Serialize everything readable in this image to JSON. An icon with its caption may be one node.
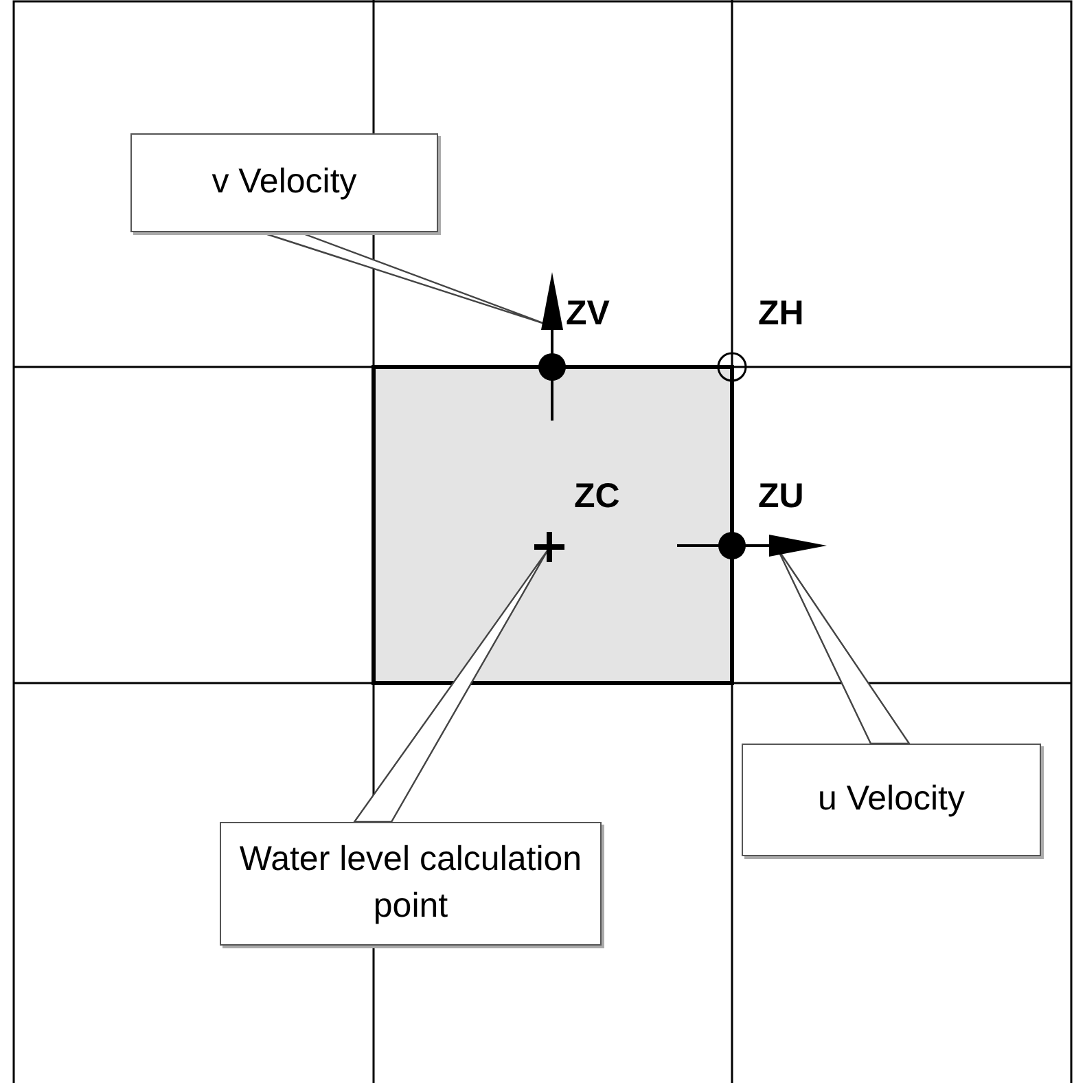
{
  "diagram": {
    "nodes": [
      {
        "text": [
          "v Velocity"
        ]
      },
      {
        "text": [],
        "shape": "arrow"
      },
      {
        "text": [],
        "shape": "cross"
      },
      {
        "text": [],
        "shape": "arrow"
      },
      {
        "text": [
          "u Velocity"
        ]
      },
      {
        "text": [
          "Water level calculation point"
        ]
      }
    ],
    "edges": [
      {
        "from": 0,
        "to": 1,
        "arrow": "none"
      },
      {
        "from": 4,
        "to": 3,
        "arrow": "none"
      },
      {
        "from": 5,
        "to": 2,
        "arrow": "none"
      }
    ],
    "labels": [
      "ZV",
      "ZH",
      "ZC",
      "ZU"
    ]
  }
}
